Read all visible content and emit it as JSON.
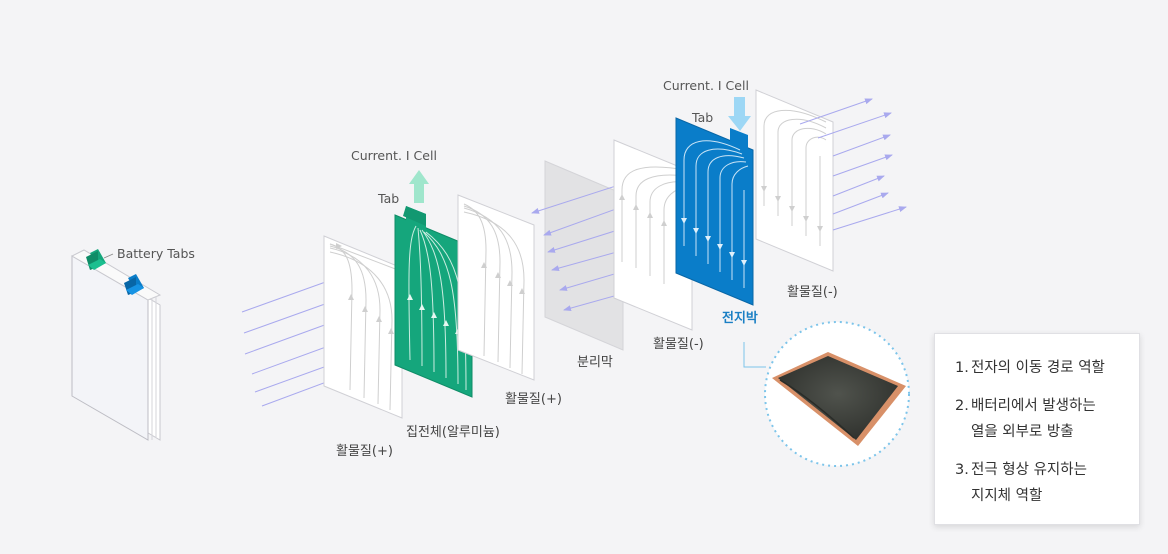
{
  "labels": {
    "battery_tabs": "Battery Tabs",
    "current_cell_left": "Current. I Cell",
    "current_cell_right": "Current. I Cell",
    "tab_left": "Tab",
    "tab_right": "Tab",
    "active_pos_1": "활물질(+)",
    "current_collector_al": "집전체(알루미늄)",
    "active_pos_2": "활물질(+)",
    "separator": "분리막",
    "active_neg_1": "활물질(-)",
    "electrode_foil": "전지박",
    "active_neg_2": "활물질(-)"
  },
  "callout": {
    "items": [
      {
        "num": "1.",
        "line1": "전자의 이동 경로 역할",
        "line2": ""
      },
      {
        "num": "2.",
        "line1": "배터리에서 발생하는",
        "line2": "열을 외부로 방출"
      },
      {
        "num": "3.",
        "line1": "전극 형상 유지하는",
        "line2": "지지체 역할"
      }
    ]
  },
  "colors": {
    "green": "#15a67c",
    "blue": "#0a7dc9",
    "arrow_lines": "#a9a9ee",
    "light_arrow": "#9fe6cc",
    "light_blue_arrow": "#9dd7f5",
    "foil_copper": "#d89068",
    "foil_dark": "#3a3d38",
    "dotted_circle": "#7cc4ea"
  },
  "icons": [
    "up-arrow-icon",
    "down-arrow-icon"
  ]
}
